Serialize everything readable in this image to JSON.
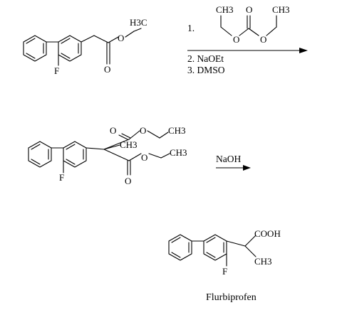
{
  "scheme": {
    "reaction1": {
      "reactant_labels": {
        "f": "F",
        "methyl": "H3C",
        "carbonyl_o": "O",
        "ester_o": "O"
      },
      "reagent_carbonate": {
        "step": "1.",
        "ch3_left": "CH3",
        "ch3_right": "CH3",
        "o_carbonyl": "O",
        "o_left": "O",
        "o_right": "O"
      },
      "steps": [
        "2. NaOEt",
        "3. DMSO"
      ]
    },
    "intermediate": {
      "labels": {
        "f": "F",
        "o_top_carbonyl": "O",
        "o_top_ester": "O",
        "ch3_top": "CH3",
        "ch3_center": "CH3",
        "o_bottom_ester": "O",
        "ch3_bottom": "CH3",
        "o_bottom_carbonyl": "O"
      }
    },
    "reaction2": {
      "reagent": "NaOH"
    },
    "product": {
      "labels": {
        "f": "F",
        "cooh": "COOH",
        "ch3": "CH3"
      },
      "name": "Flurbiprofen"
    }
  }
}
